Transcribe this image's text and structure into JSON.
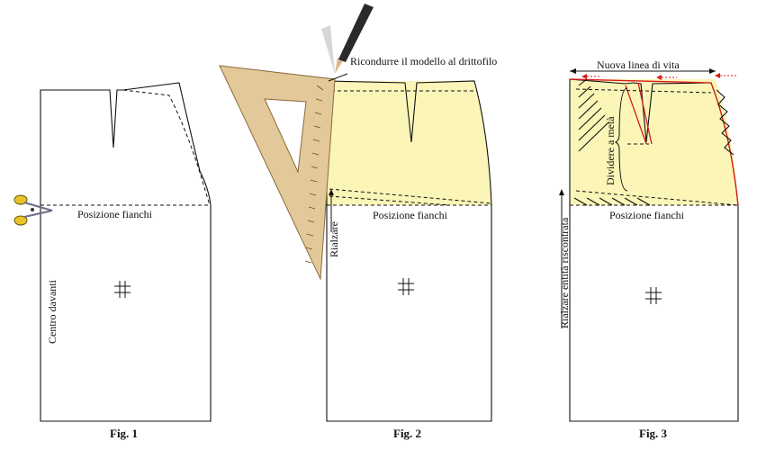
{
  "figures": [
    {
      "caption": "Fig. 1"
    },
    {
      "caption": "Fig. 2"
    },
    {
      "caption": "Fig. 3"
    }
  ],
  "labels": {
    "fig1_hip": "Posizione fianchi",
    "fig1_center": "Centro davanti",
    "fig2_hip": "Posizione fianchi",
    "fig2_grain": "Ricondurre il modello al drittofilo",
    "fig2_raise": "Rialzare",
    "fig3_hip": "Posizione fianchi",
    "fig3_waistline": "Nuova linea di vita",
    "fig3_halve": "Dividere a metà",
    "fig3_raise": "Rialzare entità riscontrata"
  },
  "colors": {
    "fabric_highlight": "#fbf5b8",
    "set_square": "#e3c99a",
    "correction": "#d81b1b",
    "pencil": "#2a2a2a",
    "scissors": "#e8c327"
  },
  "icons": [
    "scissors-icon",
    "pencil-icon",
    "set-square-icon",
    "grain-mark-icon"
  ]
}
